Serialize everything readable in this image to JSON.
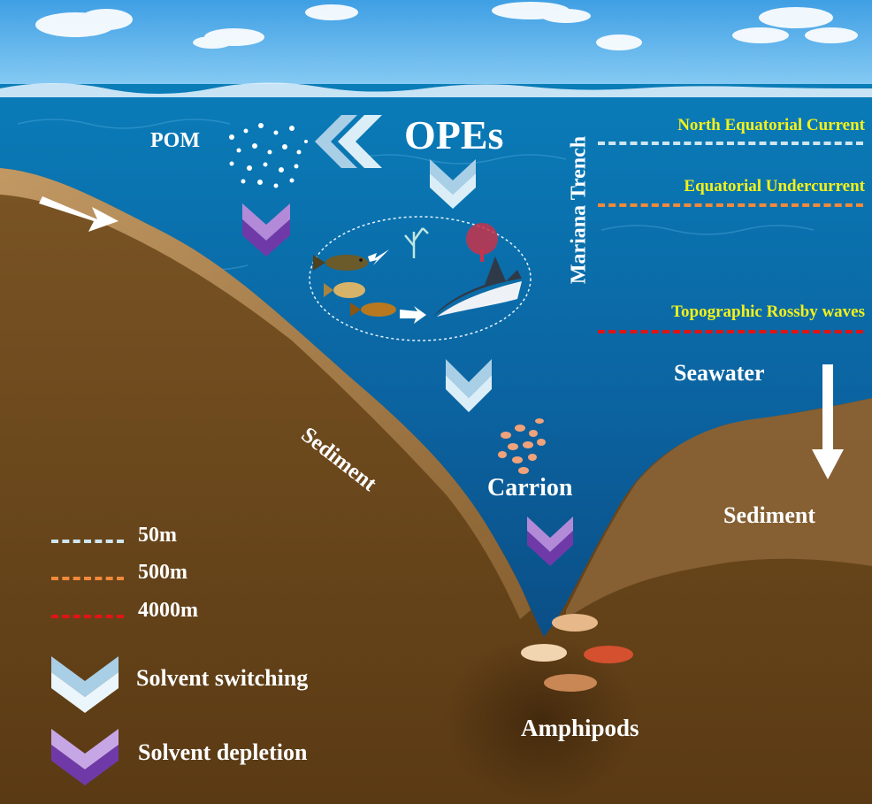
{
  "title": "OPEs",
  "labels": {
    "pom": "POM",
    "trench": "Mariana Trench",
    "seawater": "Seawater",
    "sediment_left": "Sediment",
    "sediment_right": "Sediment",
    "carrion": "Carrion",
    "amphipods": "Amphipods"
  },
  "currents": [
    {
      "label": "North Equatorial Current",
      "color": "#cfe6f0"
    },
    {
      "label": "Equatorial Undercurrent",
      "color": "#f08a3a"
    },
    {
      "label": "Topographic Rossby waves",
      "color": "#e01414"
    }
  ],
  "legend": {
    "depths": [
      {
        "label": "50m",
        "color": "#cfe6f0"
      },
      {
        "label": "500m",
        "color": "#f08a3a"
      },
      {
        "label": "4000m",
        "color": "#e01414"
      }
    ],
    "processes": [
      {
        "label": "Solvent switching",
        "icon": "light-blue-chevron-icon"
      },
      {
        "label": "Solvent depletion",
        "icon": "purple-chevron-icon"
      }
    ]
  },
  "colors": {
    "sky": "#4aa8e6",
    "ocean": "#0b6aa2",
    "deep_ocean": "#0d4f84",
    "seabed": "#6e4a1d",
    "label_yellow": "#f3f11a"
  }
}
